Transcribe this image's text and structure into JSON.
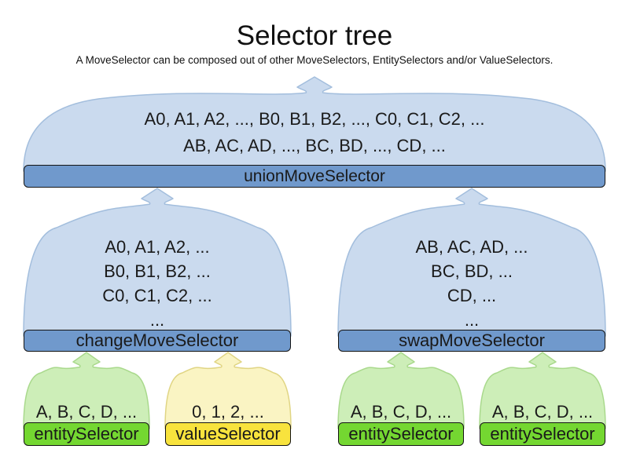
{
  "title": "Selector tree",
  "subtitle": "A MoveSelector can be composed out of other MoveSelectors, EntitySelectors and/or ValueSelectors.",
  "nodes": {
    "union": {
      "label": "unionMoveSelector",
      "lines": [
        "A0, A1, A2, ..., B0, B1, B2, ..., C0, C1, C2, ...",
        "AB, AC, AD, ..., BC, BD, ..., CD, ..."
      ]
    },
    "change": {
      "label": "changeMoveSelector",
      "lines": [
        "A0, A1, A2, ...",
        "B0, B1, B2, ...",
        "C0, C1, C2, ...",
        "..."
      ]
    },
    "swap": {
      "label": "swapMoveSelector",
      "lines": [
        "AB, AC, AD, ...",
        "BC, BD, ...",
        "CD, ...",
        "..."
      ]
    },
    "entity_left": {
      "label": "entitySelector",
      "lines": [
        "A, B, C, D, ..."
      ]
    },
    "value_left": {
      "label": "valueSelector",
      "lines": [
        "0, 1, 2, ..."
      ]
    },
    "entity_mid": {
      "label": "entitySelector",
      "lines": [
        "A, B, C, D, ..."
      ]
    },
    "entity_right": {
      "label": "entitySelector",
      "lines": [
        "A, B, C, D, ..."
      ]
    }
  },
  "colors": {
    "cloud-blue-fill": "#cadaee",
    "cloud-blue-stroke": "#a3bedd",
    "bar-blue": "#7099cc",
    "dome-green-fill": "#cdeeb8",
    "dome-green-stroke": "#a9d98c",
    "bar-green": "#74d731",
    "dome-yellow-fill": "#faf4c3",
    "dome-yellow-stroke": "#e0d584",
    "bar-yellow": "#f8e33d",
    "bar-border": "#141414",
    "text": "#1a1a1a"
  }
}
